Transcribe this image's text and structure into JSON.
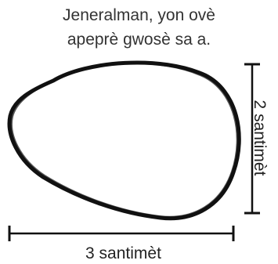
{
  "caption": {
    "line1": "Jeneralman, yon ovè",
    "line2": "apeprè gwosè sa a."
  },
  "measurements": {
    "width_label": "3 santimèt",
    "height_label": "2 santimèt"
  },
  "colors": {
    "ink": "#111111",
    "text": "#333333"
  }
}
